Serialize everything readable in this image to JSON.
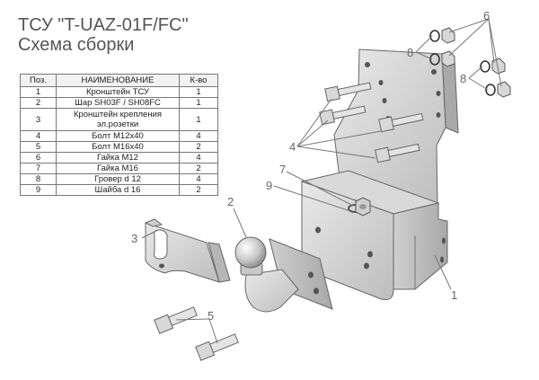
{
  "title": {
    "line1": "ТСУ \"T-UAZ-01F/FC\"",
    "line2": "Схема сборки"
  },
  "table": {
    "headers": [
      "Поз.",
      "НАИМЕНОВАНИЕ",
      "К-во"
    ],
    "rows": [
      {
        "pos": "1",
        "name": "Кронштейн ТСУ",
        "qty": "1"
      },
      {
        "pos": "2",
        "name": "Шар SH03F / SH08FC",
        "qty": "1"
      },
      {
        "pos": "3",
        "name": "Кронштейн крепления эл.розетки",
        "qty": "1"
      },
      {
        "pos": "4",
        "name": "Болт М12х40",
        "qty": "4"
      },
      {
        "pos": "5",
        "name": "Болт М16х40",
        "qty": "2"
      },
      {
        "pos": "6",
        "name": "Гайка М12",
        "qty": "4"
      },
      {
        "pos": "7",
        "name": "Гайка М16",
        "qty": "2"
      },
      {
        "pos": "8",
        "name": "Гровер d 12",
        "qty": "4"
      },
      {
        "pos": "9",
        "name": "Шайба d 16",
        "qty": "2"
      }
    ]
  },
  "callouts": {
    "c1": "1",
    "c2": "2",
    "c3": "3",
    "c4": "4",
    "c5": "5",
    "c6": "6",
    "c7": "7",
    "c8a": "8",
    "c8b": "8",
    "c9": "9"
  }
}
